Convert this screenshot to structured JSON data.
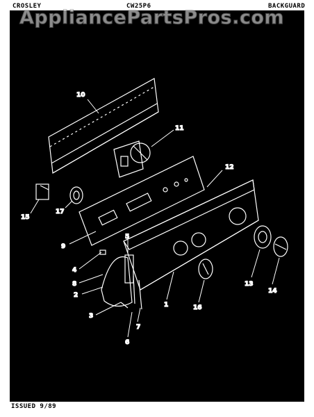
{
  "header": {
    "brand": "CROSLEY",
    "model": "CW25P6",
    "section": "BACKGUARD"
  },
  "footer": {
    "issued": "ISSUED 9/89"
  },
  "watermark": {
    "text": "AppliancePartsPros.com"
  },
  "callouts": {
    "c1": "1",
    "c2": "2",
    "c3": "3",
    "c4": "4",
    "c5": "5",
    "c6": "6",
    "c7": "7",
    "c8": "8",
    "c9": "9",
    "c10": "10",
    "c11": "11",
    "c12": "12",
    "c13": "13",
    "c14": "14",
    "c15": "15",
    "c16": "16",
    "c17": "17"
  }
}
